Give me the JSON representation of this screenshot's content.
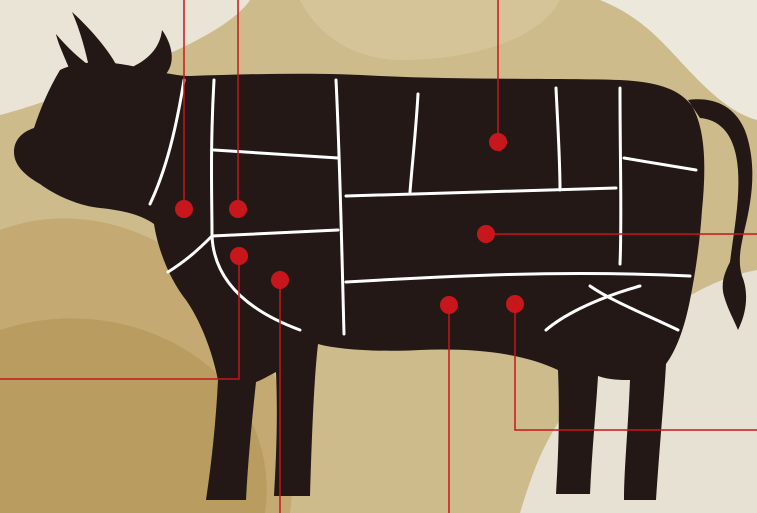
{
  "diagram": {
    "subject": "beef cuts chart",
    "silhouette_color": "#231815",
    "cut_line_color": "#ffffff",
    "marker_color": "#c8161d",
    "leader_color": "#c8161d",
    "background": {
      "base": "#cdbb8c",
      "light": "#e9e4d6",
      "gold": "#c9ad72",
      "dark_gold": "#a98a4f"
    },
    "markers": [
      {
        "id": "chuck-roll"
      },
      {
        "id": "chuck"
      },
      {
        "id": "brisket"
      },
      {
        "id": "shank"
      },
      {
        "id": "loin"
      },
      {
        "id": "round"
      },
      {
        "id": "plate"
      },
      {
        "id": "flank"
      }
    ]
  }
}
